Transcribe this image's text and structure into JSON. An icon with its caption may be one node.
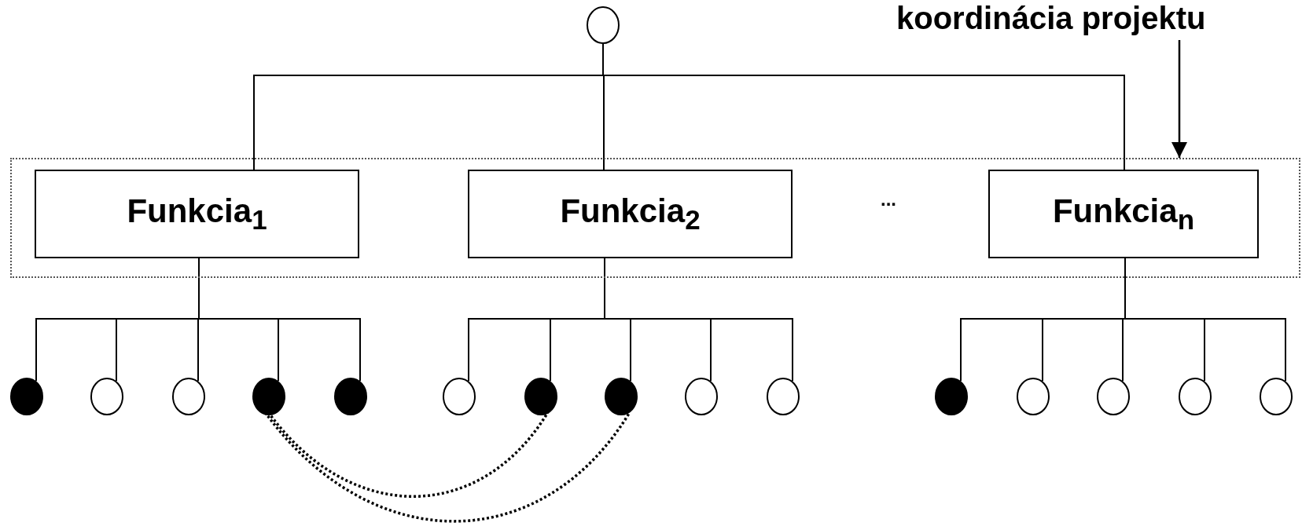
{
  "diagram": {
    "nodes": [
      {
        "text": [
          "koordinácia projektu"
        ]
      },
      {
        "text": [],
        "shape": "circle"
      },
      {
        "text": [],
        "shape": "box"
      },
      {
        "text": [
          "Funkcia$_{1}$"
        ],
        "in": 2
      },
      {
        "text": [
          "Funkcia$_{2}$"
        ],
        "in": 2
      },
      {
        "text": [
          "Funkcia$_{n}$"
        ],
        "in": 2
      },
      {
        "text": [],
        "shape": "dot"
      },
      {
        "text": [],
        "shape": "circle"
      },
      {
        "text": [],
        "shape": "circle"
      },
      {
        "text": [],
        "shape": "dot"
      },
      {
        "text": [],
        "shape": "dot"
      },
      {
        "text": [],
        "shape": "circle"
      },
      {
        "text": [],
        "shape": "dot"
      },
      {
        "text": [],
        "shape": "dot"
      },
      {
        "text": [],
        "shape": "circle"
      },
      {
        "text": [],
        "shape": "circle"
      },
      {
        "text": [],
        "shape": "dot"
      },
      {
        "text": [],
        "shape": "circle"
      },
      {
        "text": [],
        "shape": "circle"
      },
      {
        "text": [],
        "shape": "circle"
      },
      {
        "text": [],
        "shape": "circle"
      }
    ],
    "edges": [
      {
        "from": 0,
        "to": 2,
        "arrow": "to"
      },
      {
        "from": 1,
        "to": 3,
        "arrow": "none"
      },
      {
        "from": 1,
        "to": 4,
        "arrow": "none"
      },
      {
        "from": 1,
        "to": 5,
        "arrow": "none"
      },
      {
        "from": 3,
        "to": 6,
        "arrow": "none"
      },
      {
        "from": 3,
        "to": 7,
        "arrow": "none"
      },
      {
        "from": 3,
        "to": 8,
        "arrow": "none"
      },
      {
        "from": 3,
        "to": 9,
        "arrow": "none"
      },
      {
        "from": 3,
        "to": 10,
        "arrow": "none"
      },
      {
        "from": 4,
        "to": 11,
        "arrow": "none"
      },
      {
        "from": 4,
        "to": 12,
        "arrow": "none"
      },
      {
        "from": 4,
        "to": 13,
        "arrow": "none"
      },
      {
        "from": 4,
        "to": 14,
        "arrow": "none"
      },
      {
        "from": 4,
        "to": 15,
        "arrow": "none"
      },
      {
        "from": 5,
        "to": 16,
        "arrow": "none"
      },
      {
        "from": 5,
        "to": 17,
        "arrow": "none"
      },
      {
        "from": 5,
        "to": 18,
        "arrow": "none"
      },
      {
        "from": 5,
        "to": 19,
        "arrow": "none"
      },
      {
        "from": 5,
        "to": 20,
        "arrow": "none"
      },
      {
        "from": 9,
        "to": 12,
        "arrow": "none",
        "style": "dashed"
      },
      {
        "from": 9,
        "to": 13,
        "arrow": "none",
        "style": "dashed"
      }
    ],
    "labels": [
      "..."
    ]
  }
}
